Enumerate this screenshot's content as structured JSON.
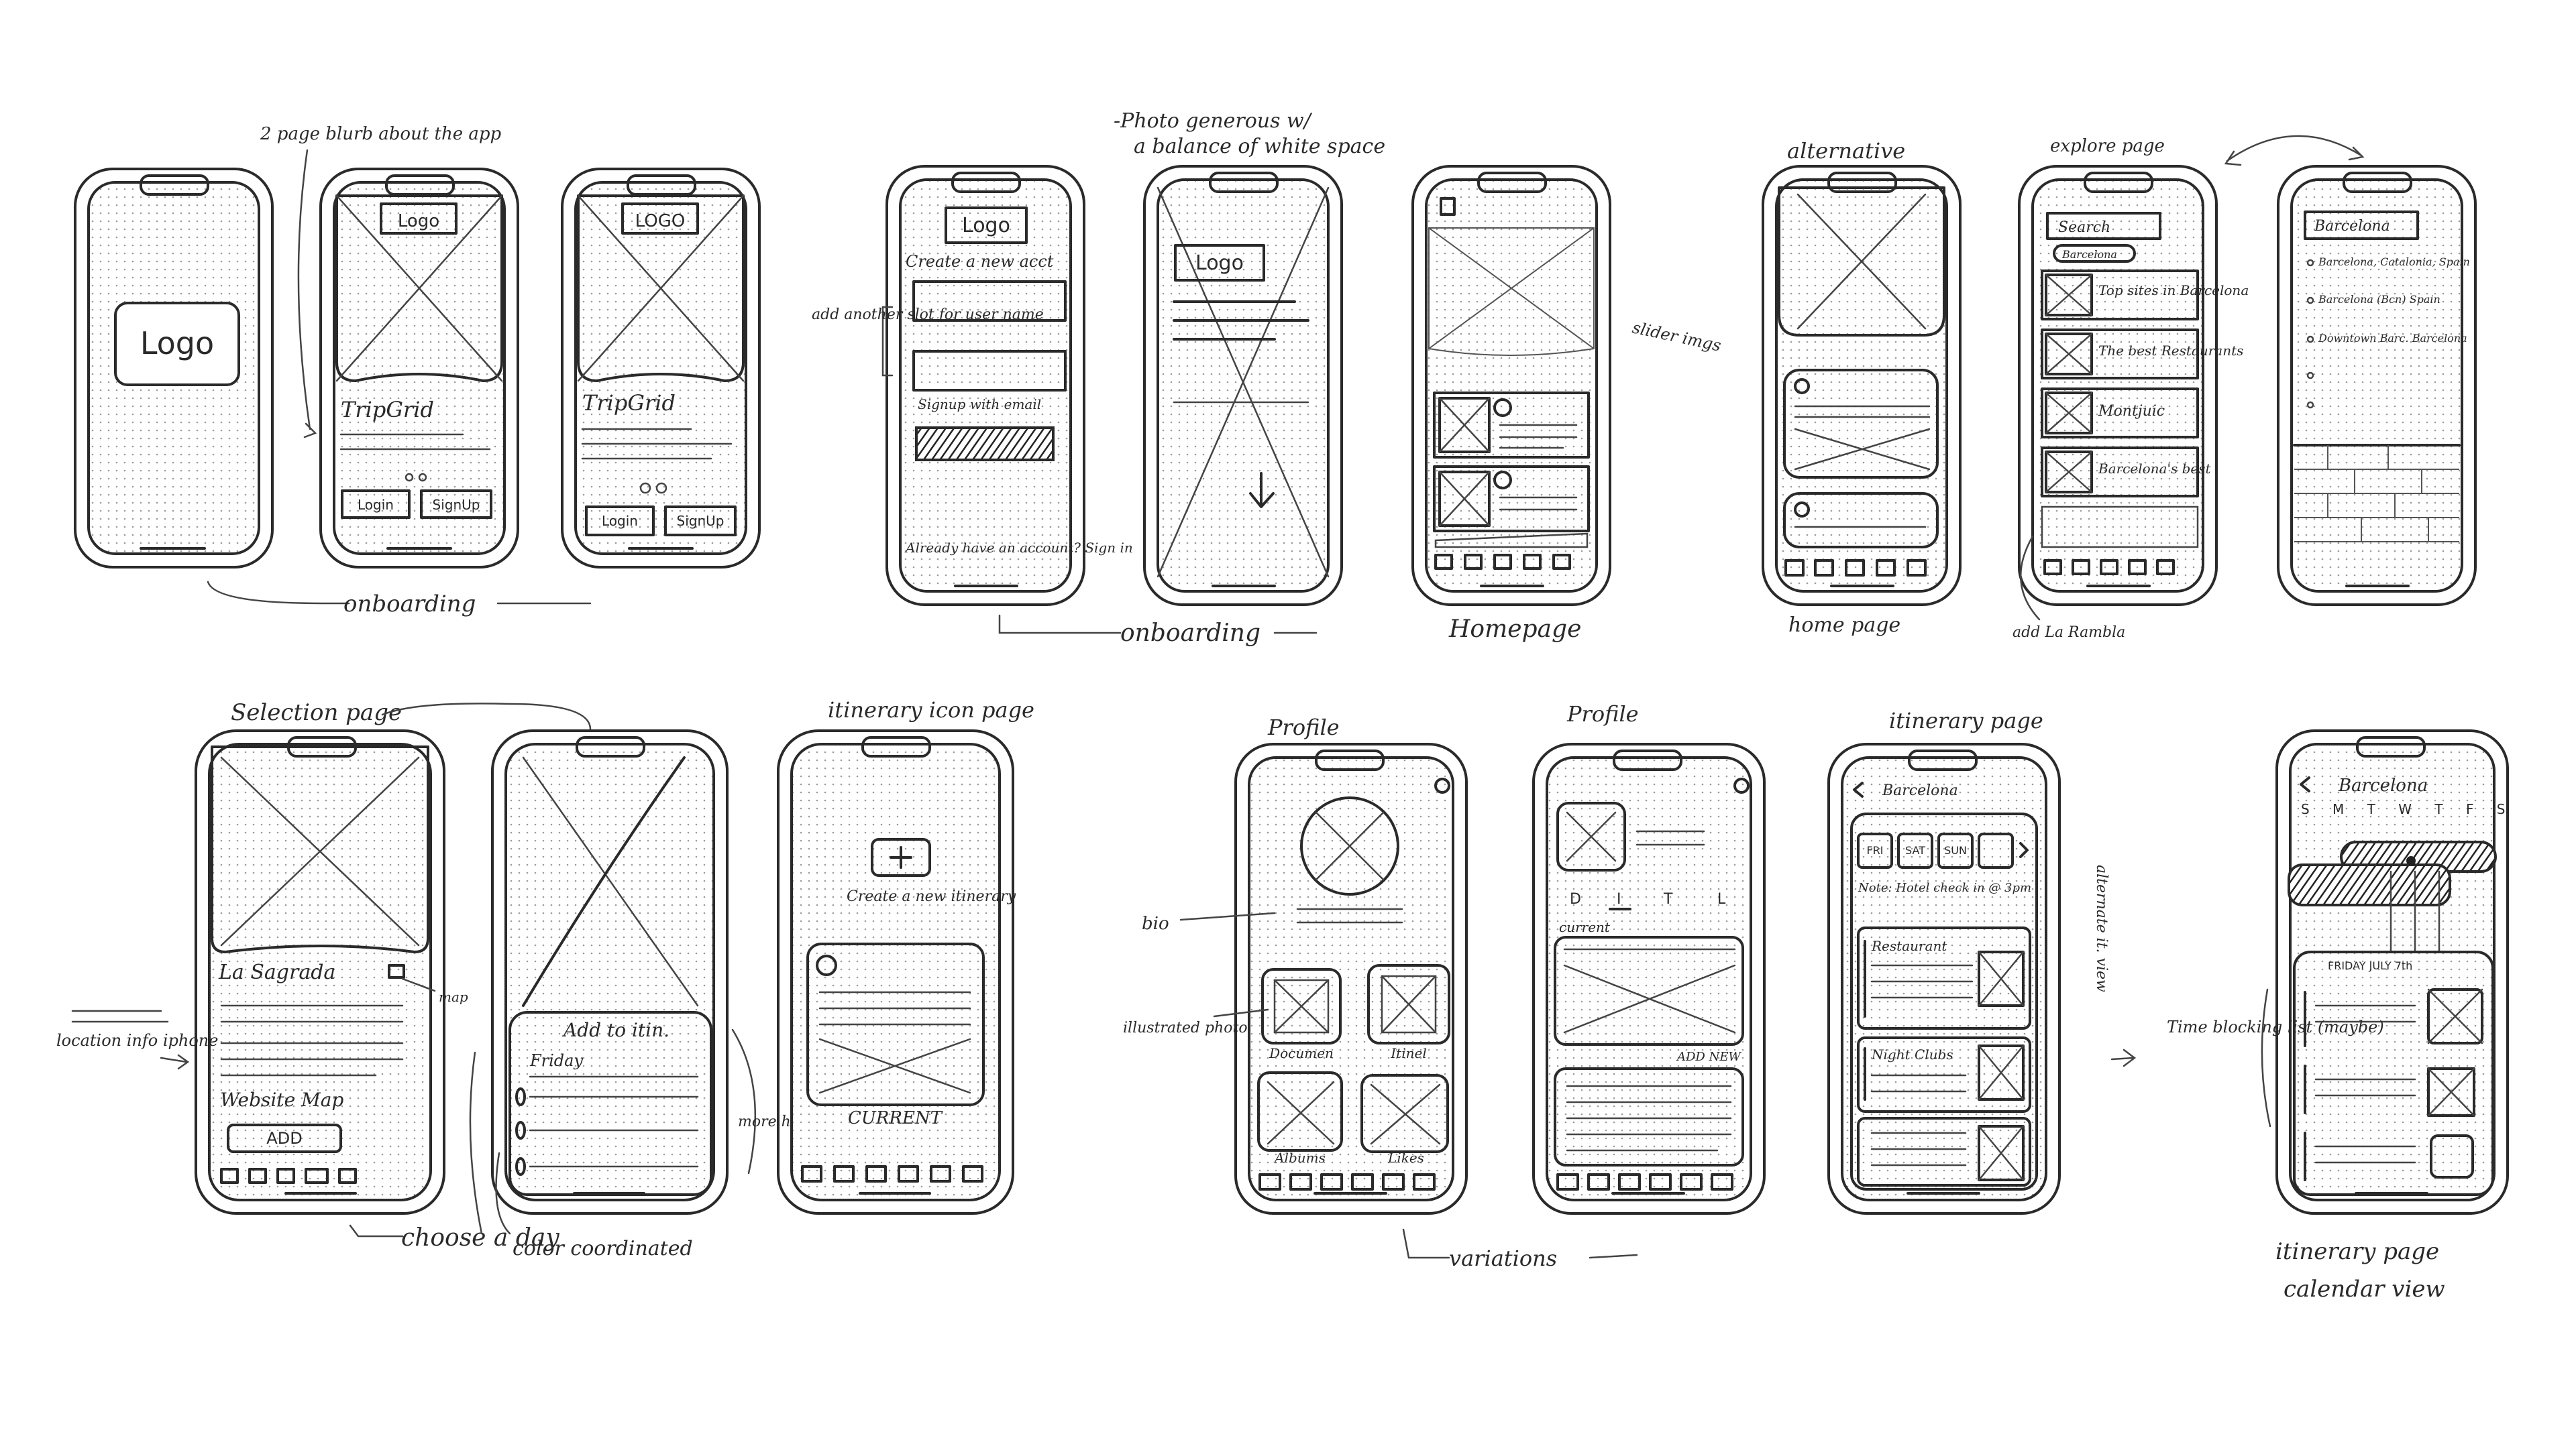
{
  "annotations": {
    "blurb": "2 page blurb about the app",
    "onboarding1": "onboarding",
    "photo_note_1": "-Photo generous w/",
    "photo_note_2": "a balance of white space",
    "add_username": "add another slot for user name",
    "onboarding2": "onboarding",
    "homepage": "Homepage",
    "slider_imgs": "slider imgs",
    "alternative": "alternative",
    "home_page": "home page",
    "explore_page": "explore page",
    "add_la_rambla": "add La Rambla",
    "selection_page": "Selection page",
    "itinerary_icon_page": "itinerary icon page",
    "location_info": "location info iphone",
    "map_arrow": "map",
    "choose_a_day": "choose a day",
    "color_coordinated": "color coordinated",
    "more_high": "more high res on page",
    "profile1": "Profile",
    "profile2": "Profile",
    "bio": "bio",
    "illustrated_photo": "illustrated photo",
    "variations": "variations",
    "itinerary_page": "itinerary page",
    "alternative_vertical": "alternate it. view",
    "time_blocking": "Time blocking list (maybe)",
    "itinerary_calendar_1": "itinerary page",
    "itinerary_calendar_2": "calendar view"
  },
  "screens": {
    "logo_big": "Logo",
    "logo_small": "Logo",
    "logo_caps": "LOGO",
    "tripgrid_1": "TripGrid",
    "tripgrid_2": "TripGrid",
    "login_1": "Login",
    "signup_1": "SignUp",
    "login_2": "Login",
    "signup_2": "SignUp",
    "create_account_logo": "Logo",
    "create_account": "Create a new acct",
    "signup_with_email": "Signup with email",
    "already_account": "Already have an account? Sign in",
    "onboarding_logo": "Logo",
    "search": "Search",
    "barcelona_tag": "Barcelona",
    "top_sites": "Top sites in Barcelona",
    "best_restaurants": "The best Restaurants",
    "montjuic": "Montjuic",
    "barcelona_best": "Barcelona's best",
    "barcelona_header": "Barcelona",
    "list_1": "Barcelona, Catalonia, Spain",
    "list_2": "Barcelona (Bcn) Spain",
    "list_3": "Downtown Barc. Barcelona",
    "la_sagrada": "La Sagrada",
    "website_map": "Website   Map",
    "add_btn": "ADD",
    "add_to_itin": "Add to itin.",
    "friday": "Friday",
    "create_itinerary": "Create a new itinerary",
    "current": "CURRENT",
    "documents": "Documen",
    "itinerary_tile": "Itinel",
    "albums": "Albums",
    "likes": "Likes",
    "dtl_d": "D",
    "dtl_i": "I",
    "dtl_t": "T",
    "dtl_l": "L",
    "current_small": "current",
    "add_new": "ADD NEW",
    "itin_barcelona": "Barcelona",
    "day_fri": "FRI",
    "day_sat": "SAT",
    "day_sun": "SUN",
    "note_hotel": "Note: Hotel check in @ 3pm",
    "restaurant": "Restaurant",
    "night_clubs": "Night Clubs",
    "cal_barcelona": "Barcelona",
    "weekdays": "S M T W T F S",
    "friday_july": "FRIDAY JULY 7th"
  }
}
